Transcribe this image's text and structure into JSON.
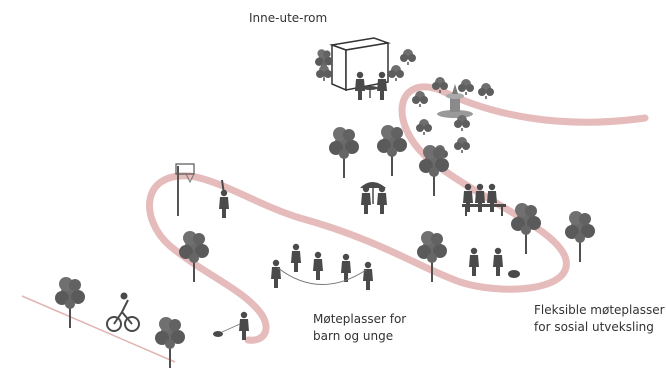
{
  "labels": {
    "indoor_outdoor": "Inne-ute-rom",
    "children_meeting": [
      "Møteplasser for",
      "barn og unge"
    ],
    "flexible_meeting": [
      "Fleksible møteplasser",
      "for sosial utveksling"
    ]
  },
  "colors": {
    "path": "#e2b4b4",
    "figure": "#4a4a4a",
    "foliage": "#5c5c5c",
    "text": "#333333"
  }
}
